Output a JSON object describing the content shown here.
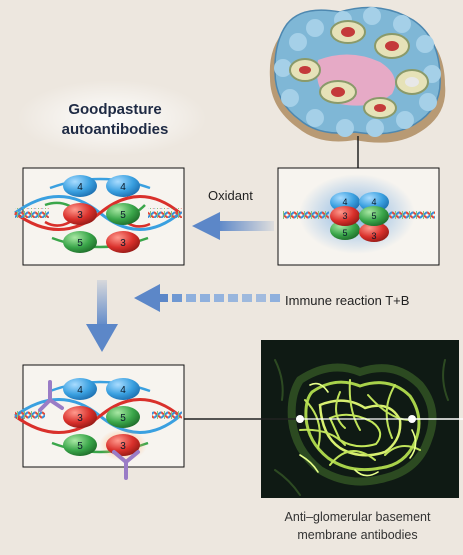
{
  "labels": {
    "title": "Goodpasture autoantibodies",
    "oxidant": "Oxidant",
    "immune": "Immune reaction T+B",
    "caption": "Anti–glomerular basement membrane antibodies"
  },
  "domain_numbers": {
    "top_left": "4",
    "top_right": "4",
    "mid_left": "3",
    "mid_right": "5",
    "bottom_left": "5",
    "bottom_right": "3"
  },
  "colors": {
    "background": "#ede7df",
    "domain_4": "#3aa0e0",
    "domain_3": "#d9302b",
    "domain_5": "#3aa64a",
    "arrow": "#5c87c8",
    "antibody": "#9a7cc6"
  }
}
